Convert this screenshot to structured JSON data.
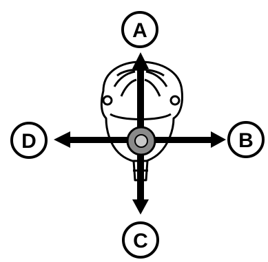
{
  "colors": {
    "ink": "#000000",
    "outline": "#000000",
    "background": "#ffffff",
    "button_outer": "#8a8a8a",
    "button_inner": "#c8c8c8"
  },
  "directions": {
    "up": "A",
    "right": "B",
    "down": "C",
    "left": "D"
  }
}
